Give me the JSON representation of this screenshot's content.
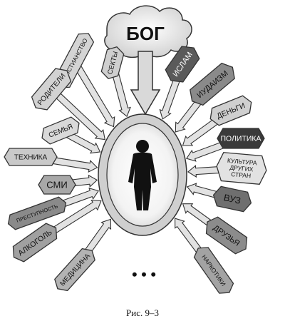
{
  "center_label": "БОГ",
  "caption": "Рис. 9–3",
  "ellipsis": "• • •",
  "influences": [
    {
      "id": "hristianstvo",
      "text": "ХРИСТИАНСТВО",
      "shade": "#d4d4d4",
      "dark": false
    },
    {
      "id": "sekty",
      "text": "СЕКТЫ",
      "shade": "#cfcfcf",
      "dark": false
    },
    {
      "id": "islam",
      "text": "ИСЛАМ",
      "shade": "#5a5a5a",
      "dark": true
    },
    {
      "id": "iudaizm",
      "text": "ИУДАИЗМ",
      "shade": "#8a8a8a",
      "dark": false
    },
    {
      "id": "dengi",
      "text": "ДЕНЬГИ",
      "shade": "#cfcfcf",
      "dark": false
    },
    {
      "id": "politika",
      "text": "ПОЛИТИКА",
      "shade": "#3a3a3a",
      "dark": true
    },
    {
      "id": "kultura",
      "text": "КУЛЬТУРА\nДРУГИХ\nСТРАН",
      "shade": "#e2e2e2",
      "dark": false
    },
    {
      "id": "vuz",
      "text": "ВУЗ",
      "shade": "#6f6f6f",
      "dark": false
    },
    {
      "id": "druzya",
      "text": "ДРУЗЬЯ",
      "shade": "#8c8c8c",
      "dark": false
    },
    {
      "id": "narkotiki",
      "text": "НАРКОТИКИ",
      "shade": "#a3a3a3",
      "dark": false
    },
    {
      "id": "roditeli",
      "text": "РОДИТЕЛИ",
      "shade": "#d2d2d2",
      "dark": false
    },
    {
      "id": "semya",
      "text": "СЕМЬЯ",
      "shade": "#d9d9d9",
      "dark": false
    },
    {
      "id": "tehnika",
      "text": "ТЕХНИКА",
      "shade": "#c9c9c9",
      "dark": false
    },
    {
      "id": "smi",
      "text": "СМИ",
      "shade": "#a8a8a8",
      "dark": false
    },
    {
      "id": "prestupnost",
      "text": "ПРЕСТУПНОСТЬ",
      "shade": "#8a8a8a",
      "dark": false
    },
    {
      "id": "alkogol",
      "text": "АЛКОГОЛЬ",
      "shade": "#a0a0a0",
      "dark": false
    },
    {
      "id": "medicina",
      "text": "МЕДИЦИНА",
      "shade": "#b3b3b3",
      "dark": false
    }
  ]
}
